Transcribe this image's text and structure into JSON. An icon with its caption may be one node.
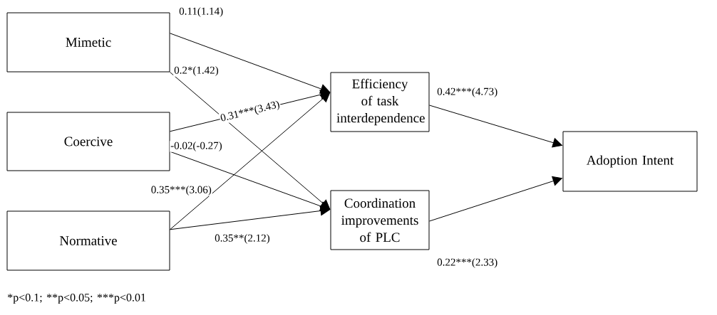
{
  "diagram": {
    "nodes": [
      {
        "text": [
          "Mimetic"
        ]
      },
      {
        "text": [
          "Coercive"
        ]
      },
      {
        "text": [
          "Normative"
        ]
      },
      {
        "text": [
          "Efficiency of task interdependence"
        ]
      },
      {
        "text": [
          "Coordination improvements of PLC"
        ]
      },
      {
        "text": [
          "Adoption Intent"
        ]
      }
    ],
    "edges": [
      {
        "from": 0,
        "to": 3,
        "arrow": "to",
        "label": "0.11(1.14)"
      },
      {
        "from": 0,
        "to": 4,
        "arrow": "to",
        "label": "0.2*(1.42)"
      },
      {
        "from": 1,
        "to": 3,
        "arrow": "to",
        "label": "0.31***(3.43)"
      },
      {
        "from": 1,
        "to": 4,
        "arrow": "to",
        "label": "-0.02(-0.27)"
      },
      {
        "from": 2,
        "to": 3,
        "arrow": "to",
        "label": "0.35***(3.06)"
      },
      {
        "from": 2,
        "to": 4,
        "arrow": "to",
        "label": "0.35**(2.12)"
      },
      {
        "from": 3,
        "to": 5,
        "arrow": "to",
        "label": "0.42***(4.73)"
      },
      {
        "from": 4,
        "to": 5,
        "arrow": "to",
        "label": "0.22***(2.33)"
      }
    ],
    "labels": [
      "*p<0.1;",
      "**p<0.05;",
      "***p<0.01"
    ]
  }
}
